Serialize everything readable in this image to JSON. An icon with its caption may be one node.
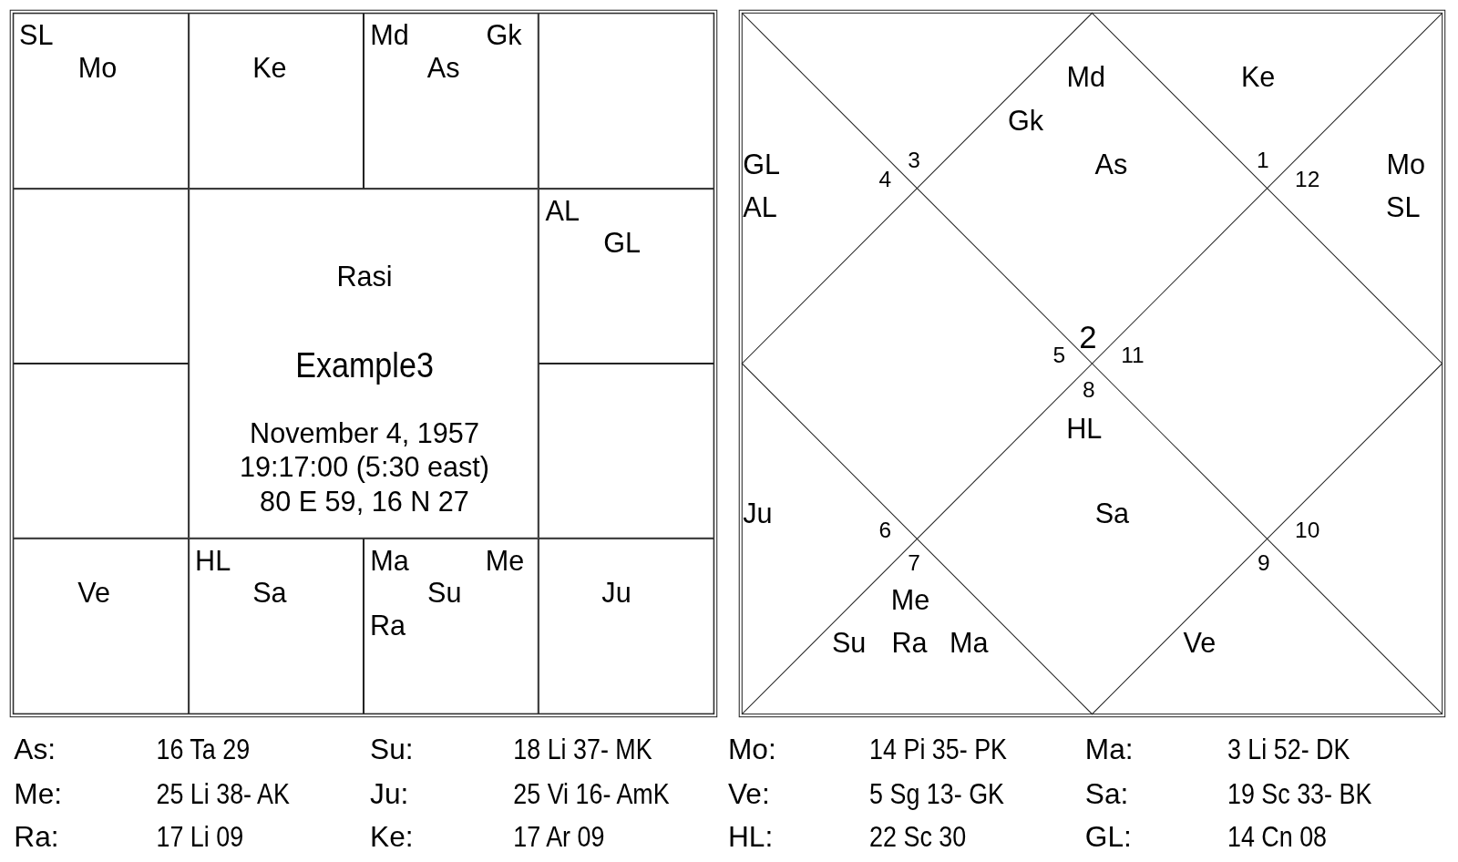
{
  "diagram": {
    "nodes": [
      {
        "text": [
          "SL",
          "Mo"
        ]
      },
      {
        "text": [
          "Ke"
        ]
      },
      {
        "text": [
          "Md",
          "Gk",
          "As"
        ]
      },
      {
        "text": [],
        "shape": "box"
      },
      {
        "text": [],
        "shape": "box"
      },
      {
        "text": [
          "Rasi",
          "Example3",
          "November 4, 1957",
          "19:17:00 (5:30 east)",
          "80 E 59, 16 N 27"
        ]
      },
      {
        "text": [
          "AL",
          "GL"
        ]
      },
      {
        "text": [],
        "shape": "box"
      },
      {
        "text": [],
        "shape": "box"
      },
      {
        "text": [
          "Ve"
        ]
      },
      {
        "text": [
          "HL",
          "Sa"
        ]
      },
      {
        "text": [
          "Ma",
          "Me",
          "Su",
          "Ra"
        ]
      },
      {
        "text": [
          "Ju"
        ]
      }
    ],
    "labels": [
      "Md",
      "Ke",
      "Gk",
      "GL",
      "3",
      "As",
      "1",
      "Mo",
      "4",
      "12",
      "AL",
      "SL",
      "2",
      "5",
      "11",
      "8",
      "HL",
      "Ju",
      "Sa",
      "6",
      "10",
      "7",
      "9",
      "Me",
      "Su",
      "Ra",
      "Ma",
      "Ve",
      "As:",
      "16 Ta 29",
      "Su:",
      "18 Li 37- MK",
      "Mo:",
      "14 Pi 35- PK",
      "Ma:",
      "3 Li 52- DK",
      "Me:",
      "25 Li 38- AK",
      "Ju:",
      "25 Vi 16- AmK",
      "Ve:",
      "5 Sg 13- GK",
      "Sa:",
      "19 Sc 33- BK",
      "Ra:",
      "17 Li 09",
      "Ke:",
      "17 Ar 09",
      "HL:",
      "22 Sc 30",
      "GL:",
      "14 Cn 08"
    ]
  }
}
